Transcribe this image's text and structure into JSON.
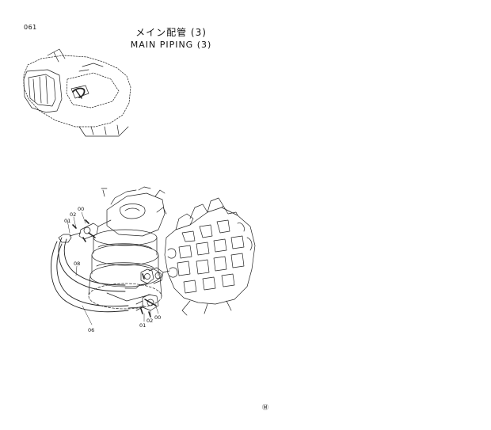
{
  "page": {
    "number": "061",
    "title_ja": "メイン配管 (3)",
    "title_en": "MAIN  PIPING  (3)",
    "corner_mark": "Ⓜ"
  },
  "callouts": {
    "c01_top": "01",
    "c02_top": "02",
    "c00_top": "00",
    "c08": "08",
    "c06": "06",
    "c01_bottom": "01",
    "c02_bottom": "02",
    "c00_bottom": "00"
  },
  "icons": [
    "excavator-overview-illustration",
    "swing-motor-illustration",
    "control-valve-illustration",
    "hose-assembly-illustration"
  ]
}
